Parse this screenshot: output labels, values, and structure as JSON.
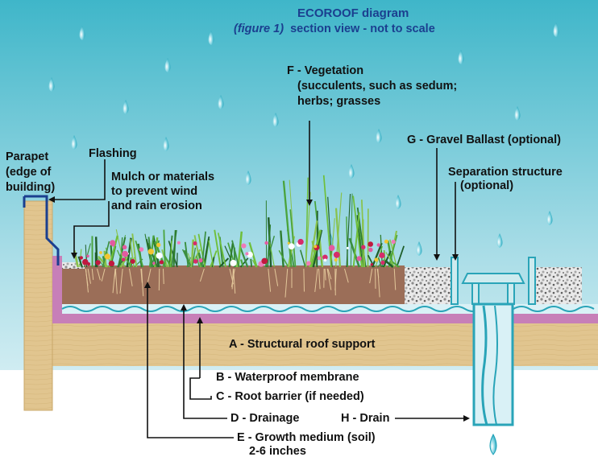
{
  "title": "ECOROOF diagram",
  "subtitle_fig": "(figure 1)",
  "subtitle_rest": "section view - not to scale",
  "labels": {
    "vegetation": [
      "F - Vegetation",
      "(succulents, such as sedum;",
      "herbs; grasses"
    ],
    "gravel": "G - Gravel Ballast (optional)",
    "separation": [
      "Separation structure",
      "(optional)"
    ],
    "flashing": "Flashing",
    "parapet": [
      "Parapet",
      "(edge of",
      "building)"
    ],
    "mulch": [
      "Mulch or materials",
      "to prevent wind",
      "and rain erosion"
    ],
    "structural": "A - Structural roof support",
    "membrane": "B - Waterproof membrane",
    "root": "C - Root barrier (if needed)",
    "drainage": "D - Drainage",
    "drain": "H - Drain",
    "growth": [
      "E - Growth medium (soil)",
      "2-6 inches"
    ]
  },
  "colors": {
    "sky_top": "#3fb6c9",
    "sky_bottom": "#e8f6f9",
    "wood": "#e1c58f",
    "membrane": "#c77fb8",
    "soil": "#9b6e58",
    "drainage": "#d9f1f6",
    "water": "#29a4b8",
    "title": "#1b3f8f"
  }
}
